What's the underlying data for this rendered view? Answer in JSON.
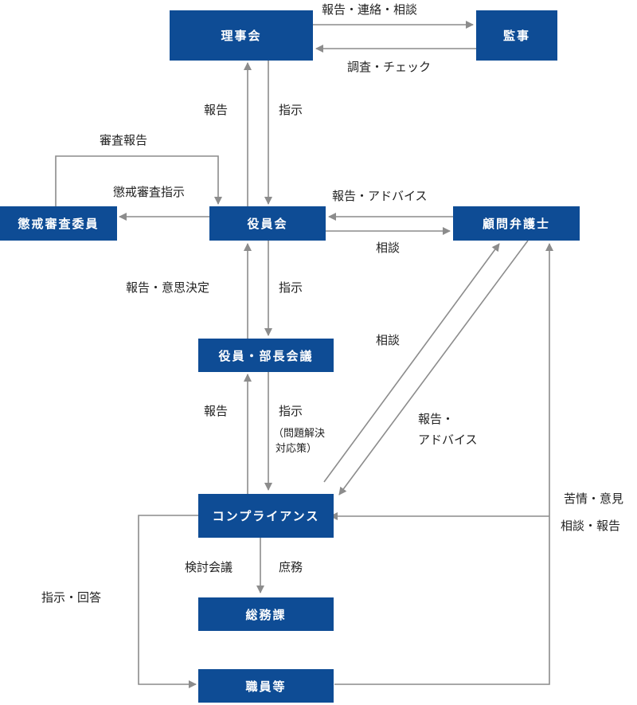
{
  "nodes": {
    "board_of_directors": "理事会",
    "auditor": "監事",
    "discipline_committee": "懲戒審査委員",
    "executive_board": "役員会",
    "legal_counsel": "顧問弁護士",
    "managers_meeting": "役員・部長会議",
    "compliance": "コンプライアンス",
    "general_affairs": "総務課",
    "staff": "職員等"
  },
  "labels": {
    "report_contact_consult": "報告・連絡・相談",
    "investigate_check": "調査・チェック",
    "report_1": "報告",
    "instruct_1": "指示",
    "review_report": "審査報告",
    "review_instruct": "懲戒審査指示",
    "report_advice_1": "報告・アドバイス",
    "consult_1": "相談",
    "report_decision": "報告・意思決定",
    "instruct_2": "指示",
    "consult_2": "相談",
    "report_2": "報告",
    "instruct_3": "指示",
    "instruct_3_note_1": "（問題解決",
    "instruct_3_note_2": "対応策）",
    "report_advice_2a": "報告・",
    "report_advice_2b": "アドバイス",
    "complaint_opinion": "苦情・意見",
    "consult_report": "相談・報告",
    "review_meeting": "検討会議",
    "general_affairs_work": "庶務",
    "instruct_answer": "指示・回答"
  },
  "colors": {
    "node_fill": "#0e4c95",
    "node_text": "#ffffff",
    "line": "#8c8c8c",
    "text": "#222222"
  }
}
